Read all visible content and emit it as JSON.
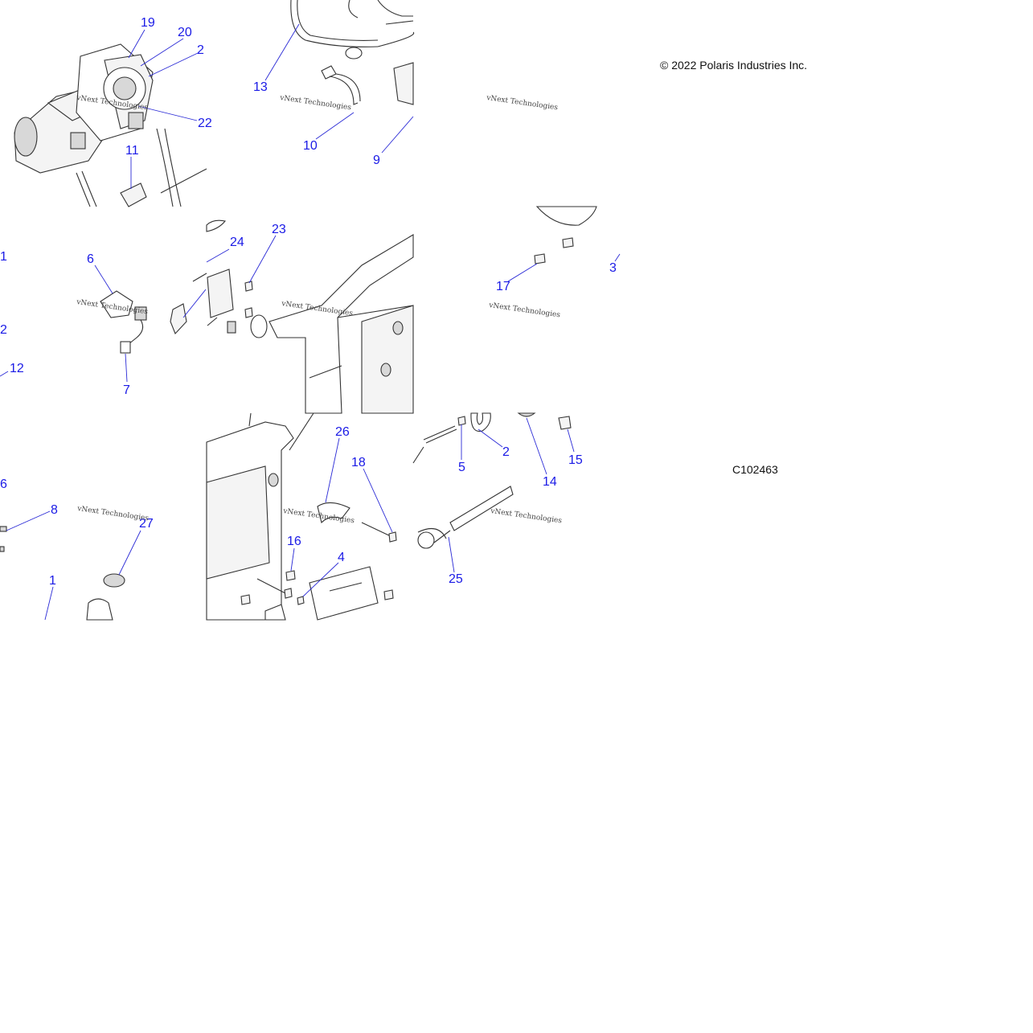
{
  "header": {
    "copyright": "© 2022 Polaris Industries Inc."
  },
  "footer": {
    "figure_code": "C102463"
  },
  "watermark": {
    "text": "vNext Technologies"
  },
  "colors": {
    "callout": "#1a1ae6",
    "leader": "#2b2bd6",
    "line_art": "#333333"
  },
  "callouts": {
    "c19": "19",
    "c20": "20",
    "c2a": "2",
    "c22": "22",
    "c11": "11",
    "c13": "13",
    "c10": "10",
    "c9": "9",
    "c1a": "1",
    "c6": "6",
    "c2b": "2",
    "c12": "12",
    "c7": "7",
    "c24": "24",
    "c23": "23",
    "c17": "17",
    "c3": "3",
    "c6b": "6",
    "c8": "8",
    "c27": "27",
    "c1b": "1",
    "c26": "26",
    "c18": "18",
    "c16": "16",
    "c4": "4",
    "c5": "5",
    "c2c": "2",
    "c14": "14",
    "c15": "15",
    "c25": "25"
  }
}
